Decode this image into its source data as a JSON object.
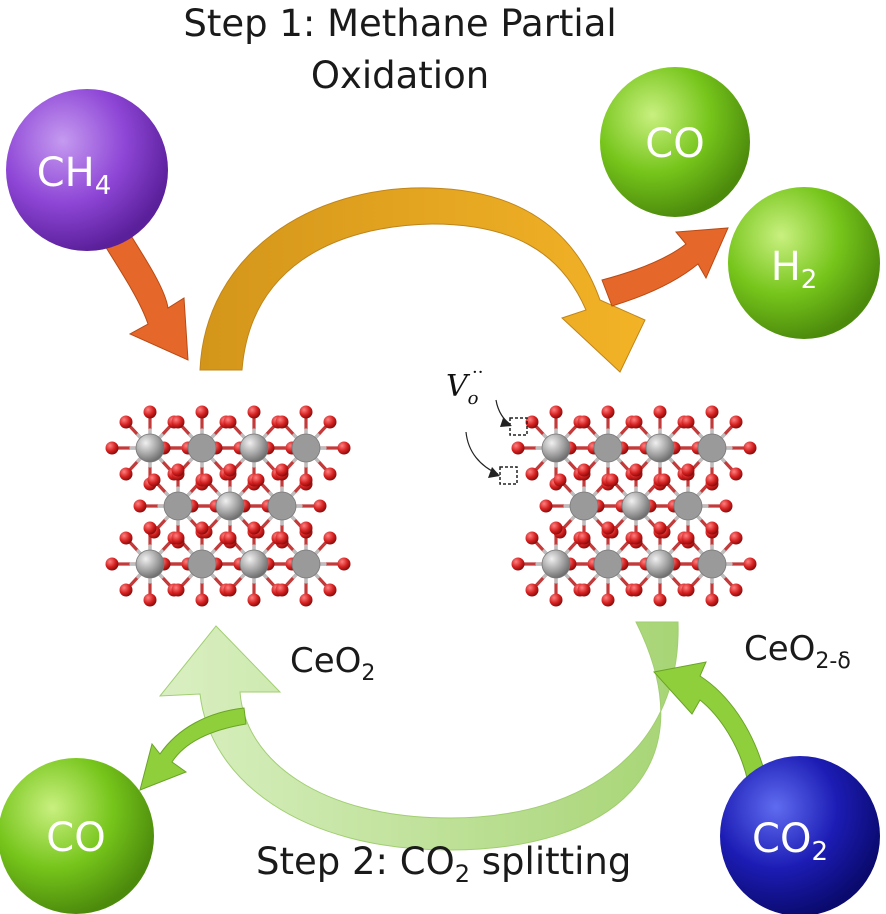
{
  "title": {
    "line1": "Step 1: Methane Partial",
    "line2": "Oxidation"
  },
  "step2": {
    "prefix": "Step 2: CO",
    "sub": "2",
    "suffix": " splitting"
  },
  "species": {
    "ch4": {
      "main": "CH",
      "sub": "4",
      "color": "#8e46d6"
    },
    "co_top": {
      "main": "CO",
      "color": "#76c51b"
    },
    "h2": {
      "main": "H",
      "sub": "2",
      "color": "#76c51b"
    },
    "co_bottom": {
      "main": "CO",
      "color": "#76c51b"
    },
    "co2": {
      "main": "CO",
      "sub": "2",
      "color": "#1c1cb4"
    }
  },
  "materials": {
    "left": {
      "main": "CeO",
      "sub": "2"
    },
    "right": {
      "main": "CeO",
      "sub": "2-δ"
    }
  },
  "vacancy": {
    "main": "V",
    "sub": "o",
    "sup": "··"
  },
  "colors": {
    "oxygen": "#d42020",
    "cerium": "#9c9c9c",
    "step1_arrow": "#e8a31a",
    "step2_arrow": "#a9d977",
    "ch4_arrow": "#e6672a",
    "product_arrow": "#e6672a",
    "co_arrow": "#8fcf3c"
  }
}
